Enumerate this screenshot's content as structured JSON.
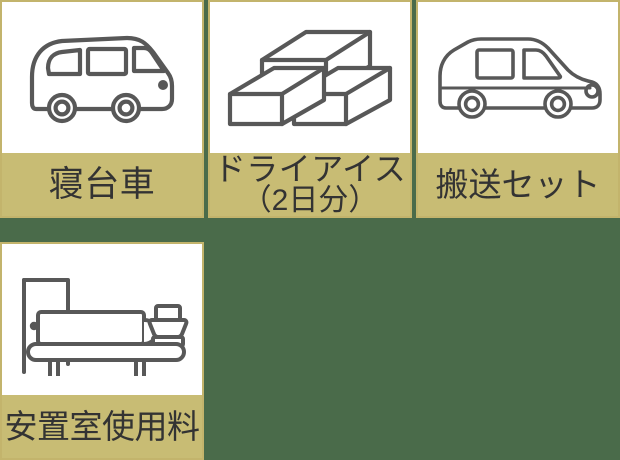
{
  "page": {
    "background_color": "#4a6b4a",
    "tile_border_color": "#c3b46c",
    "tile_label_color": "#c8bc74",
    "icon_stroke_color": "#585858",
    "label_text_color": "#333333",
    "columns": 3,
    "rows": 2
  },
  "tiles": [
    {
      "id": "hearse-van",
      "icon": "van-icon",
      "label": "寝台車",
      "sublabel": ""
    },
    {
      "id": "dry-ice",
      "icon": "dry-ice-blocks-icon",
      "label": "ドライアイス",
      "sublabel": "（2日分）"
    },
    {
      "id": "transport-set",
      "icon": "station-wagon-icon",
      "label": "搬送セット",
      "sublabel": ""
    },
    {
      "id": "mortuary-room-fee",
      "icon": "mortuary-table-icon",
      "label": "安置室使用料",
      "sublabel": ""
    }
  ]
}
